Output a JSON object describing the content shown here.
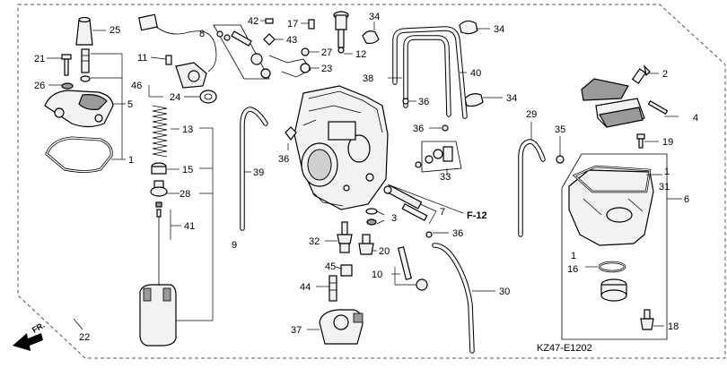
{
  "callouts": {
    "n25": "25",
    "n21": "21",
    "n26": "26",
    "n5": "5",
    "n1a": "1",
    "n11": "11",
    "n46": "46",
    "n24": "24",
    "n8": "8",
    "n42": "42",
    "n17": "17",
    "n43": "43",
    "n27": "27",
    "n23": "23",
    "n12": "12",
    "n34a": "34",
    "n34b": "34",
    "n34c": "34",
    "n40": "40",
    "n38": "38",
    "n36a": "36",
    "n36b": "36",
    "n36c": "36",
    "n36d": "36",
    "n2": "2",
    "n4": "4",
    "n19": "19",
    "n29": "29",
    "n35": "35",
    "n13": "13",
    "n15": "15",
    "n28": "28",
    "n41": "41",
    "n9": "9",
    "n39": "39",
    "n33": "33",
    "n7": "7",
    "n3": "3",
    "n32": "32",
    "n20": "20",
    "n45": "45",
    "n10": "10",
    "n44": "44",
    "n37": "37",
    "n30": "30",
    "n1b": "1",
    "n31": "31",
    "n6": "6",
    "n1c": "1",
    "n16": "16",
    "n18": "18",
    "n22": "22"
  },
  "reference": {
    "f12": "F-12",
    "diagram_code": "KZ47-E1202",
    "front_marker": "FR."
  }
}
